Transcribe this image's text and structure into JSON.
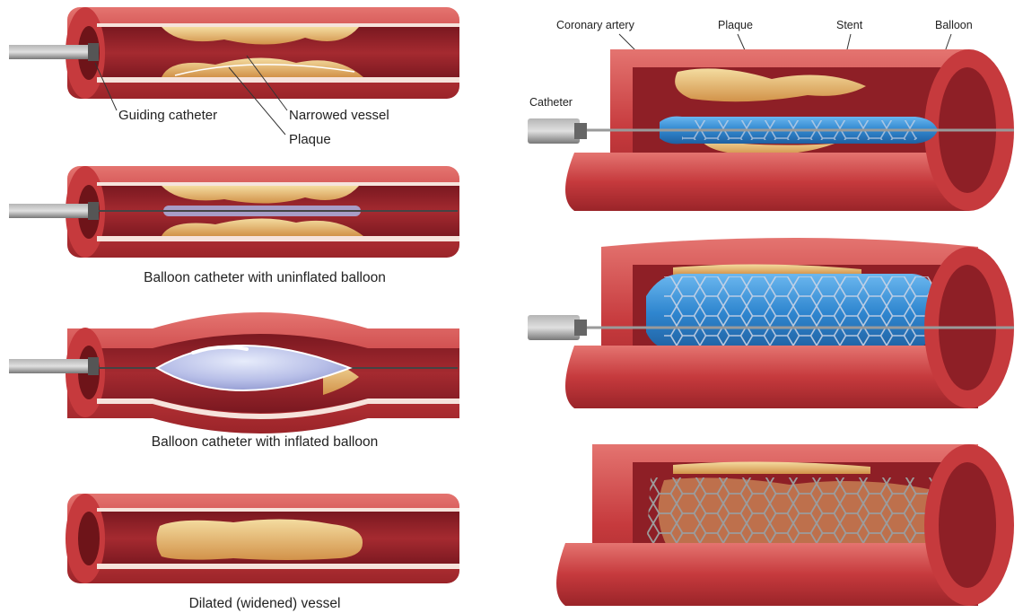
{
  "left_panel": {
    "labels": {
      "guiding_catheter": "Guiding catheter",
      "narrowed_vessel": "Narrowed vessel",
      "plaque": "Plaque"
    },
    "captions": [
      "Balloon catheter with uninflated balloon",
      "Balloon catheter with inflated balloon",
      "Dilated (widened) vessel"
    ]
  },
  "right_panel": {
    "labels": {
      "coronary_artery": "Coronary artery",
      "plaque": "Plaque",
      "stent": "Stent",
      "balloon": "Balloon",
      "catheter": "Catheter"
    }
  },
  "colors": {
    "vessel_wall": "#c63a3d",
    "vessel_highlight": "#e06a66",
    "lumen": "#8e1f26",
    "plaque_yellow": "#f1d08c",
    "plaque_orange": "#d4954f",
    "balloon": "#3f96d8",
    "catheter": "#8f8f8f"
  }
}
